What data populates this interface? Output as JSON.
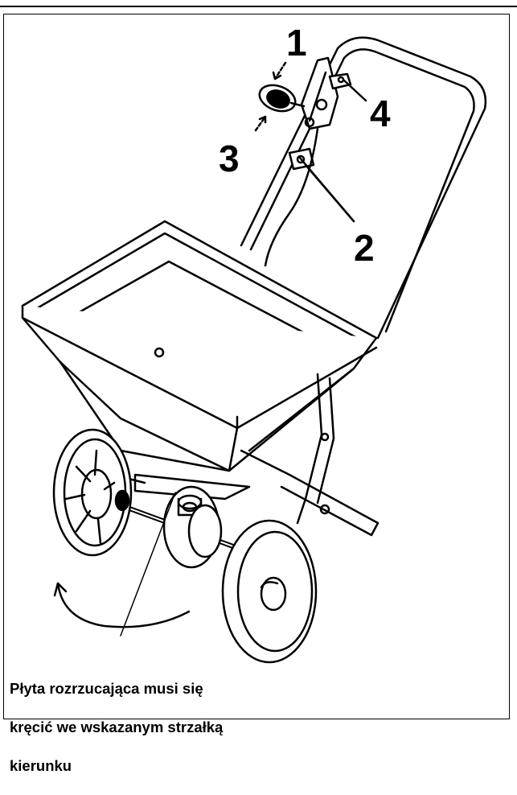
{
  "callouts": {
    "label_1": "1",
    "label_2": "2",
    "label_3": "3",
    "label_4": "4"
  },
  "caption": {
    "line_1": "Płyta rozrzucająca musi się",
    "line_2": "kręcić we wskazanym strzałką",
    "line_3": "kierunku"
  },
  "colors": {
    "ink": "#000000",
    "paper": "#ffffff",
    "shade": "#d9d9d9"
  }
}
